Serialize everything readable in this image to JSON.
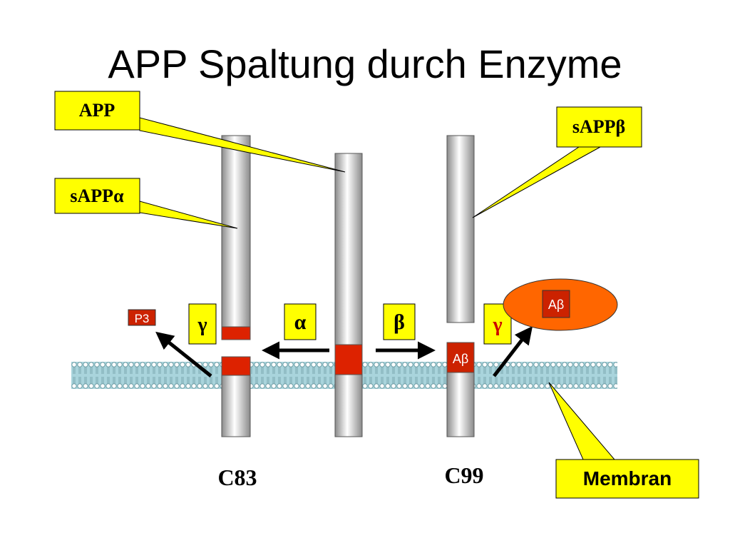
{
  "slide": {
    "title": "APP Spaltung durch Enzyme"
  },
  "callouts": {
    "app": "APP",
    "sapp_alpha": "sAPPα",
    "sapp_beta": "sAPPβ",
    "membrane": "Membran"
  },
  "enzymes": {
    "gamma_left": "γ",
    "alpha": "α",
    "beta": "β",
    "gamma_right": "γ"
  },
  "fragments": {
    "p3": "P3",
    "abeta_membrane": "Aβ",
    "abeta_released": "Aβ"
  },
  "products": {
    "c83": "C83",
    "c99": "C99"
  },
  "colors": {
    "callout_fill": "#ffff00",
    "domain_red": "#dd2200",
    "abeta_oval": "#ff6600",
    "membrane_blue": "#a9d4dc",
    "gamma_right": "#cc0000"
  }
}
